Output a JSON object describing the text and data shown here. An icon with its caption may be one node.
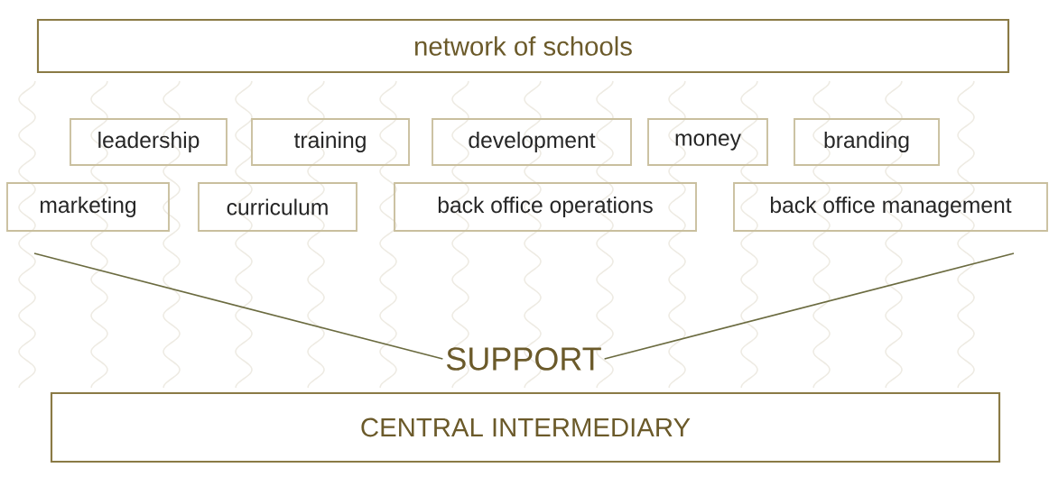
{
  "diagram": {
    "nodes": [
      {
        "text": [
          "network of schools"
        ]
      },
      {
        "text": [
          "leadership"
        ]
      },
      {
        "text": [
          "training"
        ]
      },
      {
        "text": [
          "development"
        ]
      },
      {
        "text": [
          "money"
        ]
      },
      {
        "text": [
          "branding"
        ]
      },
      {
        "text": [
          "marketing"
        ]
      },
      {
        "text": [
          "curriculum"
        ]
      },
      {
        "text": [
          "back office operations"
        ]
      },
      {
        "text": [
          "back office management"
        ]
      },
      {
        "text": [
          "SUPPORT"
        ]
      },
      {
        "text": [
          "CENTRAL INTERMEDIARY"
        ]
      }
    ],
    "edges": [
      {
        "from": 10,
        "to": null,
        "arrow": "none"
      },
      {
        "from": 10,
        "to": null,
        "arrow": "none"
      }
    ]
  }
}
